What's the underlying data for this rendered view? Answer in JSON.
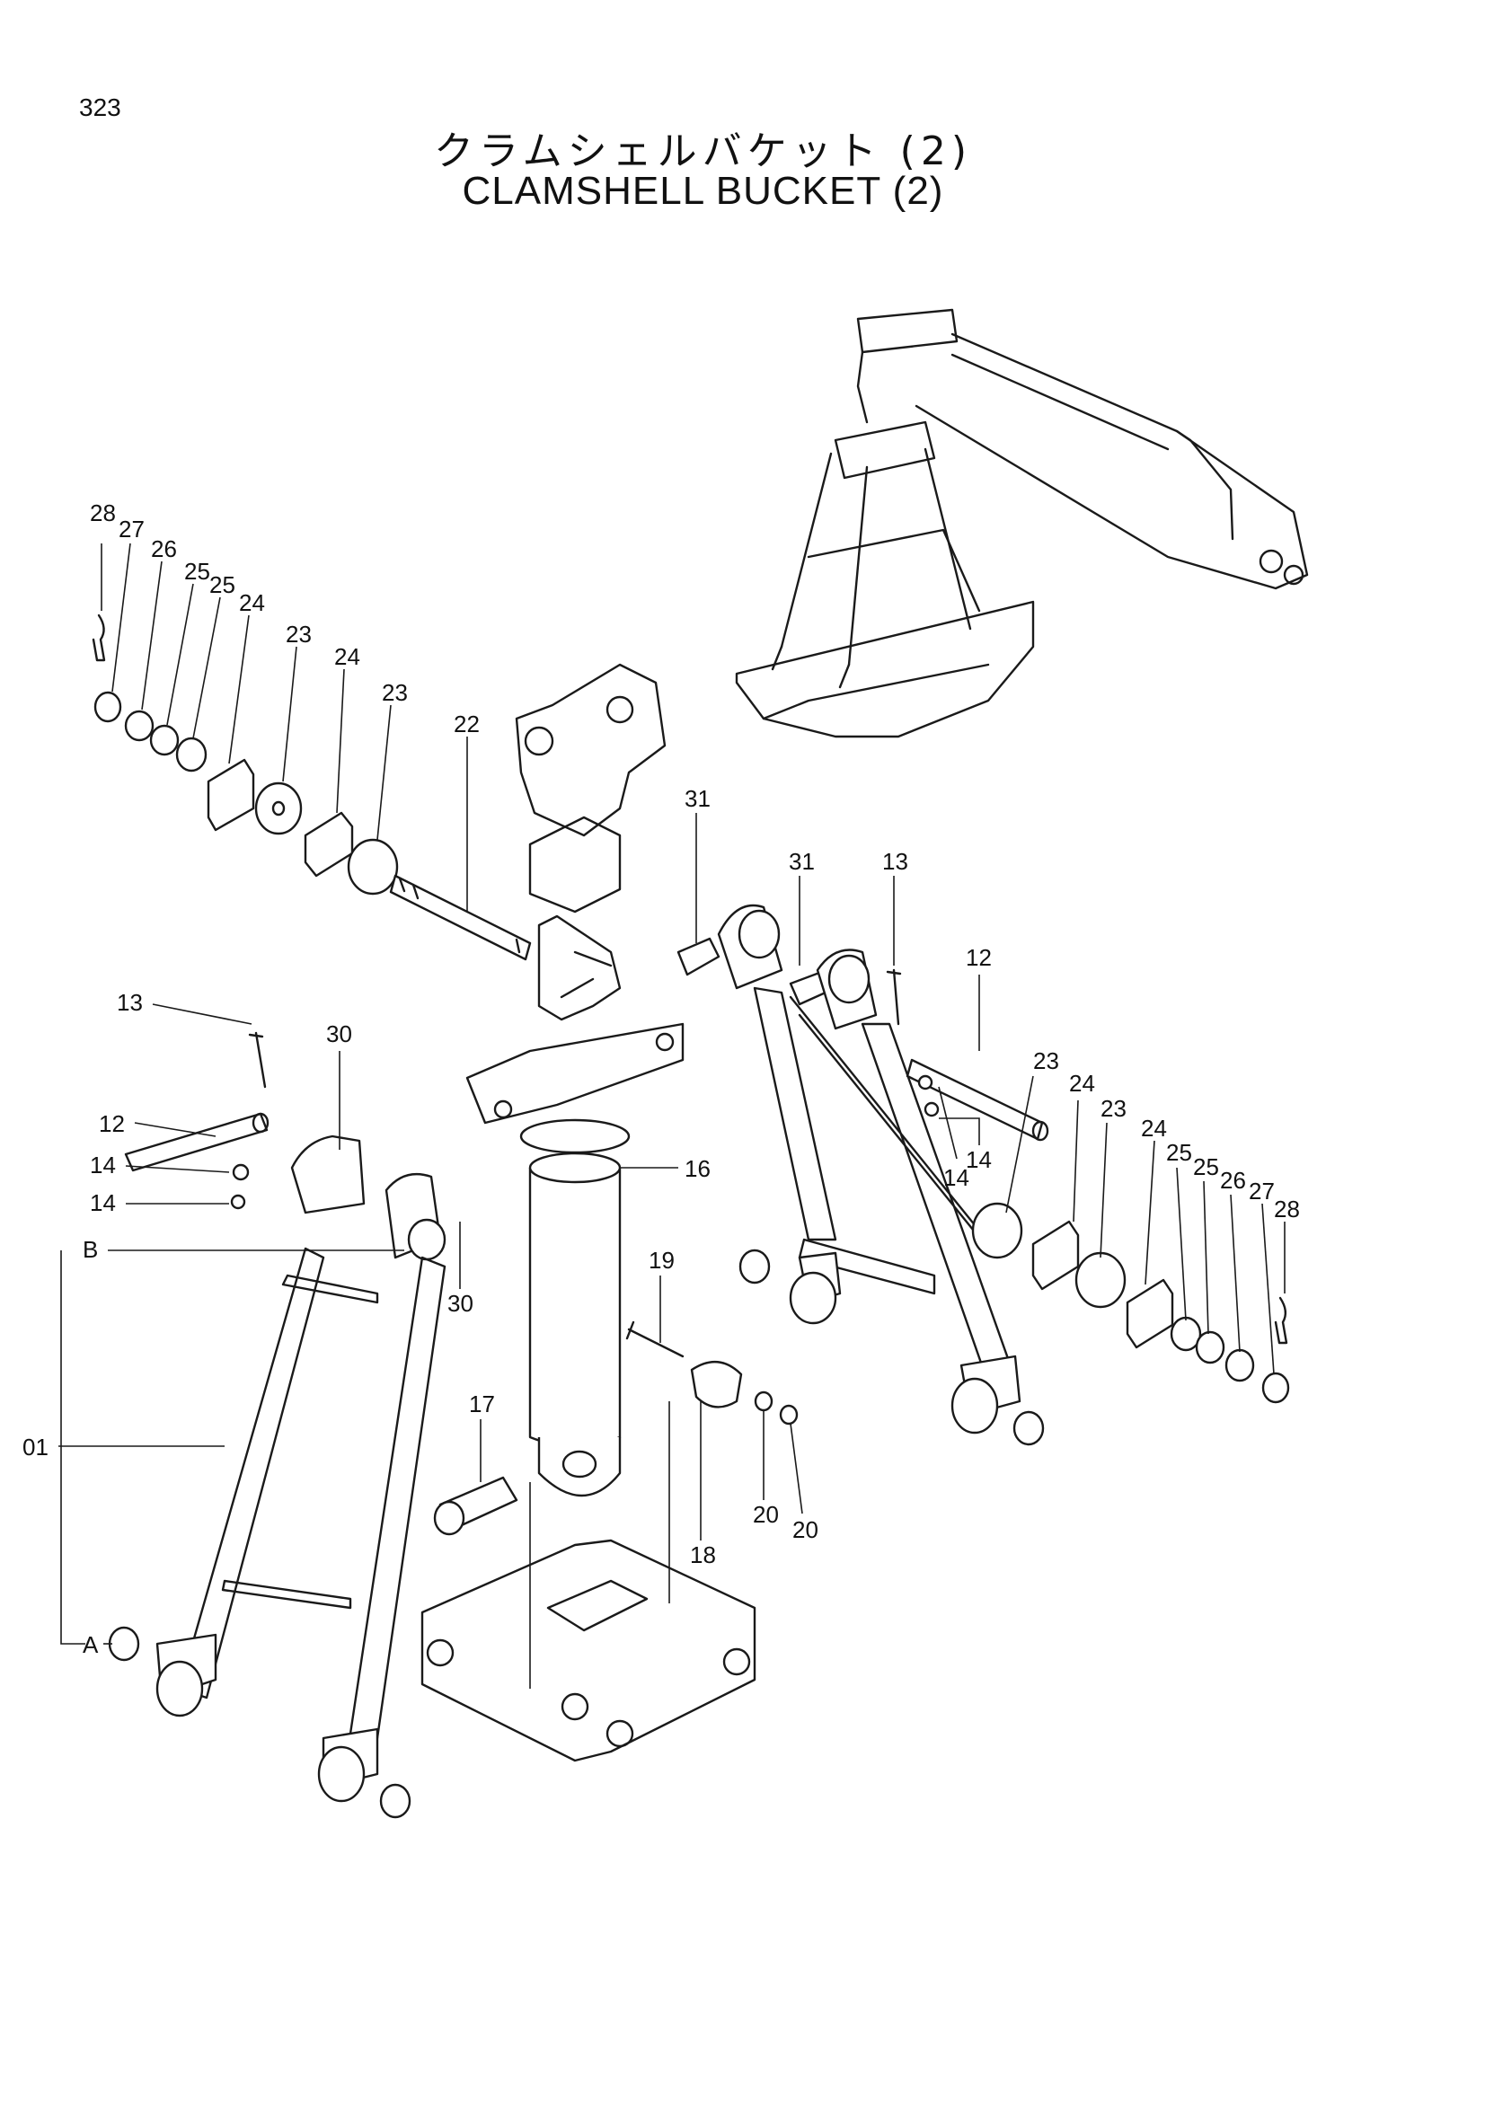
{
  "page_number": "323",
  "title_jp": "クラムシェルバケット (2)",
  "title_en": "CLAMSHELL  BUCKET (2)",
  "callouts": {
    "c28_l": "28",
    "c27_l": "27",
    "c26_l": "26",
    "c25a_l": "25",
    "c25b_l": "25",
    "c24a_l": "24",
    "c23a_l": "23",
    "c24b_l": "24",
    "c23b_l": "23",
    "c22": "22",
    "c31a": "31",
    "c31b": "31",
    "c13_r": "13",
    "c12_r": "12",
    "c13_l": "13",
    "c30a": "30",
    "c12_l": "12",
    "c14a_l": "14",
    "c14b_l": "14",
    "cB": "B",
    "c30b": "30",
    "c01": "01",
    "cA": "A",
    "c16": "16",
    "c14a_r": "14",
    "c14b_r": "14",
    "c23a_r": "23",
    "c24a_r": "24",
    "c23b_r": "23",
    "c24b_r": "24",
    "c25a_r": "25",
    "c25b_r": "25",
    "c26_r": "26",
    "c27_r": "27",
    "c28_r": "28",
    "c19": "19",
    "c17": "17",
    "c18": "18",
    "c20a": "20",
    "c20b": "20"
  }
}
